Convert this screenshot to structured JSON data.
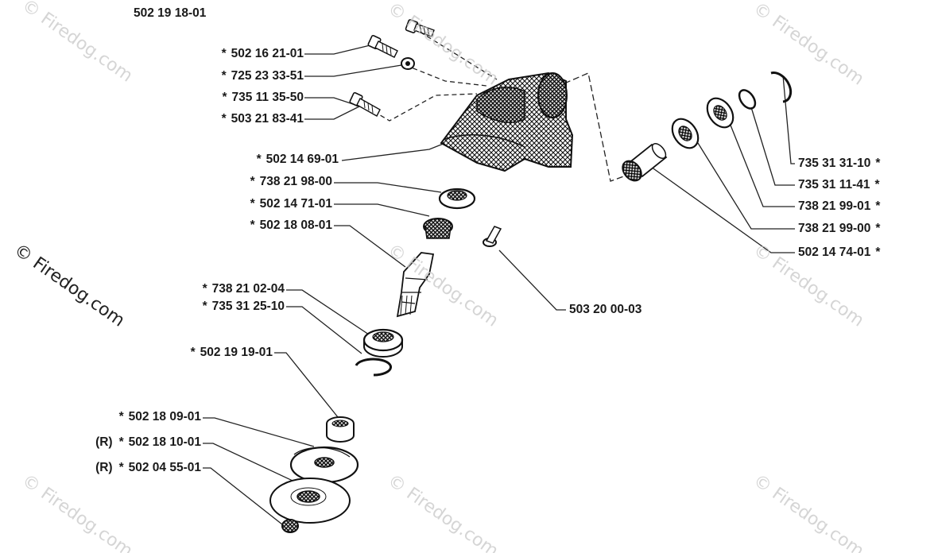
{
  "header_code": "502 19 18-01",
  "watermark": "© Firedog.com",
  "left_labels": [
    {
      "flag": "",
      "star": "*",
      "code": "502 16 21-01"
    },
    {
      "flag": "",
      "star": "*",
      "code": "725 23 33-51"
    },
    {
      "flag": "",
      "star": "*",
      "code": "735 11 35-50"
    },
    {
      "flag": "",
      "star": "*",
      "code": "503 21 83-41"
    },
    {
      "flag": "",
      "star": "*",
      "code": "502 14 69-01"
    },
    {
      "flag": "",
      "star": "*",
      "code": "738 21 98-00"
    },
    {
      "flag": "",
      "star": "*",
      "code": "502 14 71-01"
    },
    {
      "flag": "",
      "star": "*",
      "code": "502 18 08-01"
    },
    {
      "flag": "",
      "star": "*",
      "code": "738 21 02-04"
    },
    {
      "flag": "",
      "star": "*",
      "code": "735 31 25-10"
    },
    {
      "flag": "",
      "star": "*",
      "code": "502 19 19-01"
    },
    {
      "flag": "",
      "star": "*",
      "code": "502 18 09-01"
    },
    {
      "flag": "(R)",
      "star": "*",
      "code": "502 18 10-01"
    },
    {
      "flag": "(R)",
      "star": "*",
      "code": "502 04 55-01"
    }
  ],
  "right_labels": [
    {
      "code": "735 31 31-10",
      "star": "*"
    },
    {
      "code": "735 31 11-41",
      "star": "*"
    },
    {
      "code": "738 21 99-01",
      "star": "*"
    },
    {
      "code": "738 21 99-00",
      "star": "*"
    },
    {
      "code": "502 14 74-01",
      "star": "*"
    }
  ],
  "center_label": "503 20 00-03"
}
